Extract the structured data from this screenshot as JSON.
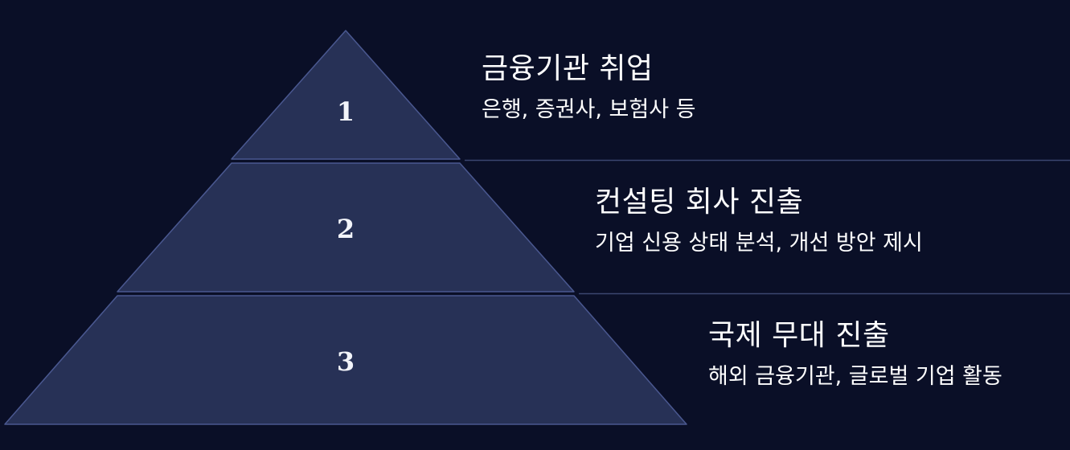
{
  "colors": {
    "background": "#0a0f27",
    "tier_fill": "#273156",
    "tier_stroke": "#4a5890",
    "divider": "#3b4670",
    "text": "#ffffff"
  },
  "tiers": [
    {
      "number": "1",
      "title": "금융기관 취업",
      "description": "은행, 증권사, 보험사 등"
    },
    {
      "number": "2",
      "title": "컨설팅 회사 진출",
      "description": "기업 신용 상태 분석, 개선 방안 제시"
    },
    {
      "number": "3",
      "title": "국제 무대 진출",
      "description": "해외 금융기관, 글로벌 기업 활동"
    }
  ]
}
